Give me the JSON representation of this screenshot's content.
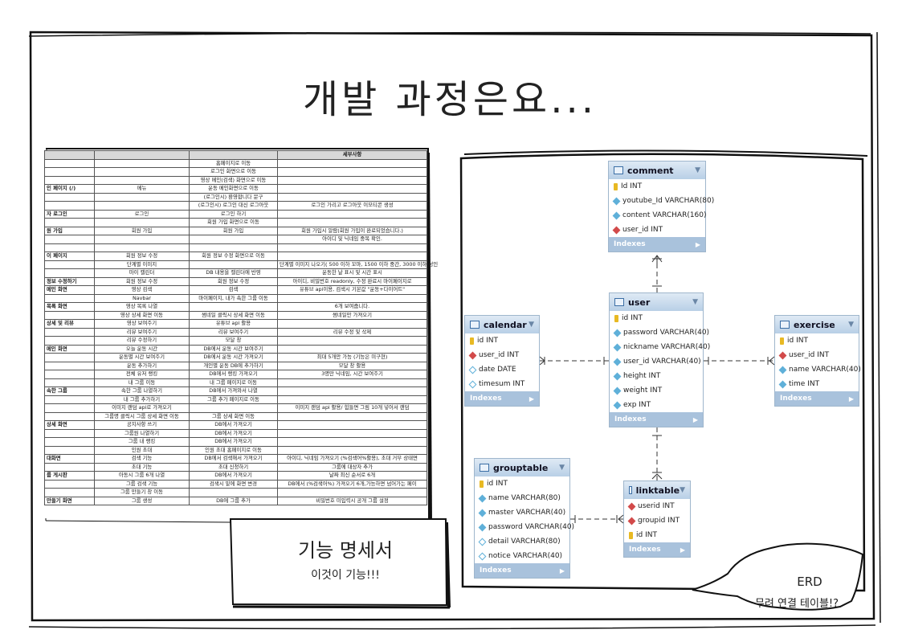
{
  "title": "개발 과정은요...",
  "spec": {
    "headers": [
      "",
      "",
      "",
      "세부사항"
    ],
    "rows": [
      [
        "",
        "",
        "홈페이지로 이동",
        ""
      ],
      [
        "",
        "",
        "로그인 화면으로 이동",
        ""
      ],
      [
        "",
        "",
        "영상 메인(검색) 화면으로 이동",
        ""
      ],
      [
        "인 페이지 (/)",
        "메뉴",
        "운동 메인화면으로 이동",
        ""
      ],
      [
        "",
        "",
        "(로그인시) 환영합니다 문구",
        ""
      ],
      [
        "",
        "",
        "(로그인시) 로그인 대신 로그아웃",
        "로그인 가리고 로그아웃 이모티콘 생성"
      ],
      [
        "자 로그인",
        "로그인",
        "로그인 하기",
        ""
      ],
      [
        "",
        "",
        "회원 가입 화면으로 이동",
        ""
      ],
      [
        "원 가입",
        "회원 가입",
        "회원 가입",
        "회원 가입시 알람(회원 가입이 완료되었습니다.)"
      ],
      [
        "",
        "",
        "",
        "아이디 및 닉네임 중복 확인."
      ],
      [
        "",
        "",
        "",
        ""
      ],
      [
        "이 페이지",
        "회원 정보 수정",
        "회원 정보 수정 화면으로 이동",
        ""
      ],
      [
        "",
        "단계별 이미지",
        "",
        "단계별 이미지 나오기( 500 이하 꼬마, 1500 이하 중간, 3000 이하 성인"
      ],
      [
        "",
        "마이 캘린더",
        "DB 내용을 캘린더에 반영",
        "운동한 날 표시 및 시간 표시"
      ],
      [
        "정보 수정하기",
        "회원 정보 수정",
        "회원 정보 수정",
        "아이디, 비밀번호 readonly, 수정 완료시 마이페이지로"
      ],
      [
        "메인 화면",
        "영상 검색",
        "검색",
        "유튜브 api이용, 검색시 기본값 \"운동+다이어트\""
      ],
      [
        "",
        "Navbar",
        "마이페이지, 내가 속한 그룹 이동",
        ""
      ],
      [
        "목록 화면",
        "영상 목록 나열",
        "",
        "6개 보여줍니다."
      ],
      [
        "",
        "영상 상세 화면 이동",
        "썸네일 클릭시 상세 화면 이동",
        "썸네일만 가져오기"
      ],
      [
        "상세 및 리뷰",
        "영상 보여주기",
        "유튜브 api 활용",
        ""
      ],
      [
        "",
        "리뷰 보여주기",
        "리뷰 보여주기",
        "리뷰 수정 및 삭제"
      ],
      [
        "",
        "리뷰 수정하기",
        "모달 창",
        ""
      ],
      [
        "메인 화면",
        "오늘 운동 시간",
        "DB에서 운동 시간 보여주기",
        ""
      ],
      [
        "",
        "운동별 시간 보여주기",
        "DB에서 운동 시간 가져오기",
        "최대 5개만 가능 (기능은 미구현)"
      ],
      [
        "",
        "운동 추가하기",
        "개인별 운동 DB에 추가하기",
        "모달 창 활용"
      ],
      [
        "",
        "전체 유저 랭킹",
        "DB에서 랭킹 가져오기",
        "3명만 닉네임, 시간 보여주기"
      ],
      [
        "",
        "내 그룹 이동",
        "내 그룹 페이지로 이동",
        ""
      ],
      [
        "속한 그룹",
        "속한 그룹 나열하기",
        "DB에서 가져와서 나열",
        ""
      ],
      [
        "",
        "내 그룹 추가하기",
        "그룹 추가 페이지로 이동",
        ""
      ],
      [
        "",
        "이미지 랜덤 api로 가져오기",
        "",
        "이미지 랜덤 api 활용/ 힘들면 그림 10개 넣어서 랜덤"
      ],
      [
        "",
        "그룹명 클릭시 그룹 상세 화면 이동",
        "그룹 상세 화면 이동",
        ""
      ],
      [
        "상세 화면",
        "공지사항 쓰기",
        "DB에서 가져오기",
        ""
      ],
      [
        "",
        "그룹원 나열하기",
        "DB에서 가져오기",
        ""
      ],
      [
        "",
        "그룹 내 랭킹",
        "DB에서 가져오기",
        ""
      ],
      [
        "",
        "인원 초대",
        "인원 초대 홈페이지로 이동",
        ""
      ],
      [
        "대화면",
        "검색 기능",
        "DB에서 검색해서 가져오기",
        "아이디, 닉네임 가져오기 (%검색어%활용), 초대 거부 상태면"
      ],
      [
        "",
        "초대 기능",
        "초대 신청하기",
        "그룹에 대상자 추가"
      ],
      [
        "룹 게시판",
        "아동시 그룹 6개 나열",
        "DB에서 가져오기",
        "날짜 최신 순서로 6개"
      ],
      [
        "",
        "그룹 검색 기능",
        "검색시 밑에 화면 변경",
        "DB에서 (%검색어%) 가져오기 6개,가능하면 넘어가는 페이"
      ],
      [
        "",
        "그룹 만들기 창 이동",
        "",
        ""
      ],
      [
        "만들기 화면",
        "그룹 생성",
        "DB에 그룹 추가",
        "비밀번호 미입력시 공개 그룹 설정"
      ]
    ]
  },
  "caption": {
    "line1": "기능 명세서",
    "line2": "이것이 기능!!!"
  },
  "erd": {
    "label1": "ERD",
    "label2": "무려 연결 테이블!?",
    "indexes_label": "Indexes",
    "tables": {
      "comment": {
        "name": "comment",
        "columns": [
          {
            "text": "Id INT",
            "kind": "key"
          },
          {
            "text": "youtube_Id VARCHAR(80)",
            "kind": "col"
          },
          {
            "text": "content VARCHAR(160)",
            "kind": "col"
          },
          {
            "text": "user_id INT",
            "kind": "fk"
          }
        ]
      },
      "user": {
        "name": "user",
        "columns": [
          {
            "text": "id INT",
            "kind": "key"
          },
          {
            "text": "password VARCHAR(40)",
            "kind": "col"
          },
          {
            "text": "nickname VARCHAR(40)",
            "kind": "col"
          },
          {
            "text": "user_id VARCHAR(40)",
            "kind": "col"
          },
          {
            "text": "height INT",
            "kind": "col"
          },
          {
            "text": "weight INT",
            "kind": "col"
          },
          {
            "text": "exp INT",
            "kind": "col"
          }
        ]
      },
      "calendar": {
        "name": "calendar",
        "columns": [
          {
            "text": "id INT",
            "kind": "key"
          },
          {
            "text": "user_id INT",
            "kind": "fk"
          },
          {
            "text": "date DATE",
            "kind": "hol"
          },
          {
            "text": "timesum INT",
            "kind": "hol"
          }
        ]
      },
      "exercise": {
        "name": "exercise",
        "columns": [
          {
            "text": "id INT",
            "kind": "key"
          },
          {
            "text": "user_id INT",
            "kind": "fk"
          },
          {
            "text": "name VARCHAR(40)",
            "kind": "col"
          },
          {
            "text": "time INT",
            "kind": "col"
          }
        ]
      },
      "grouptable": {
        "name": "grouptable",
        "columns": [
          {
            "text": "id INT",
            "kind": "key"
          },
          {
            "text": "name VARCHAR(80)",
            "kind": "col"
          },
          {
            "text": "master VARCHAR(40)",
            "kind": "col"
          },
          {
            "text": "password VARCHAR(40)",
            "kind": "col"
          },
          {
            "text": "detail VARCHAR(80)",
            "kind": "hol"
          },
          {
            "text": "notice VARCHAR(40)",
            "kind": "hol"
          }
        ]
      },
      "linktable": {
        "name": "linktable",
        "columns": [
          {
            "text": "userid INT",
            "kind": "fk"
          },
          {
            "text": "groupid INT",
            "kind": "fk"
          },
          {
            "text": "id INT",
            "kind": "key"
          }
        ]
      }
    }
  }
}
